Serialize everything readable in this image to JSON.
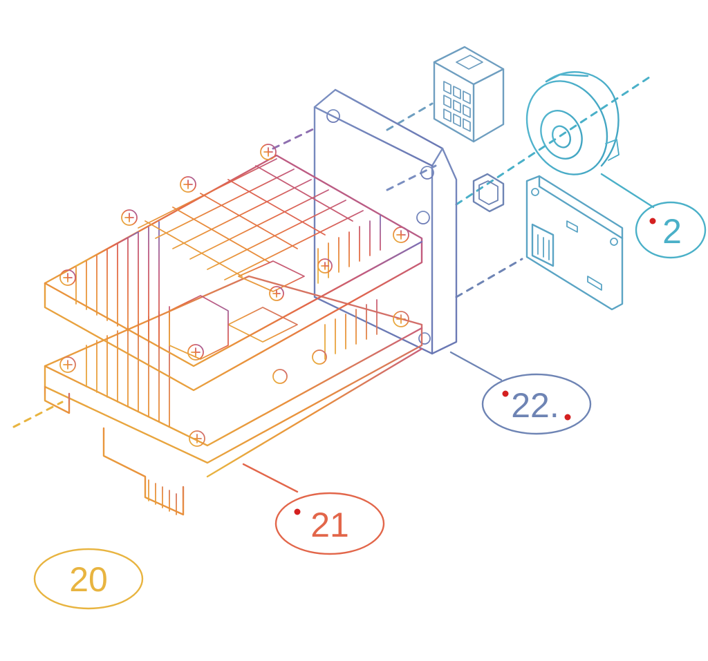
{
  "colors": {
    "yellow": "#e8b440",
    "orange": "#e9903c",
    "red_orange": "#e2664a",
    "pink": "#d95c6c",
    "purple": "#8e6fb0",
    "slate": "#6e84b4",
    "teal": "#4ab0c8",
    "marker": "#d42020"
  },
  "callouts": [
    {
      "id": "label-20",
      "text": "20"
    },
    {
      "id": "label-21",
      "text": "21"
    },
    {
      "id": "label-22",
      "text": "22."
    },
    {
      "id": "label-2",
      "text": "2"
    }
  ]
}
